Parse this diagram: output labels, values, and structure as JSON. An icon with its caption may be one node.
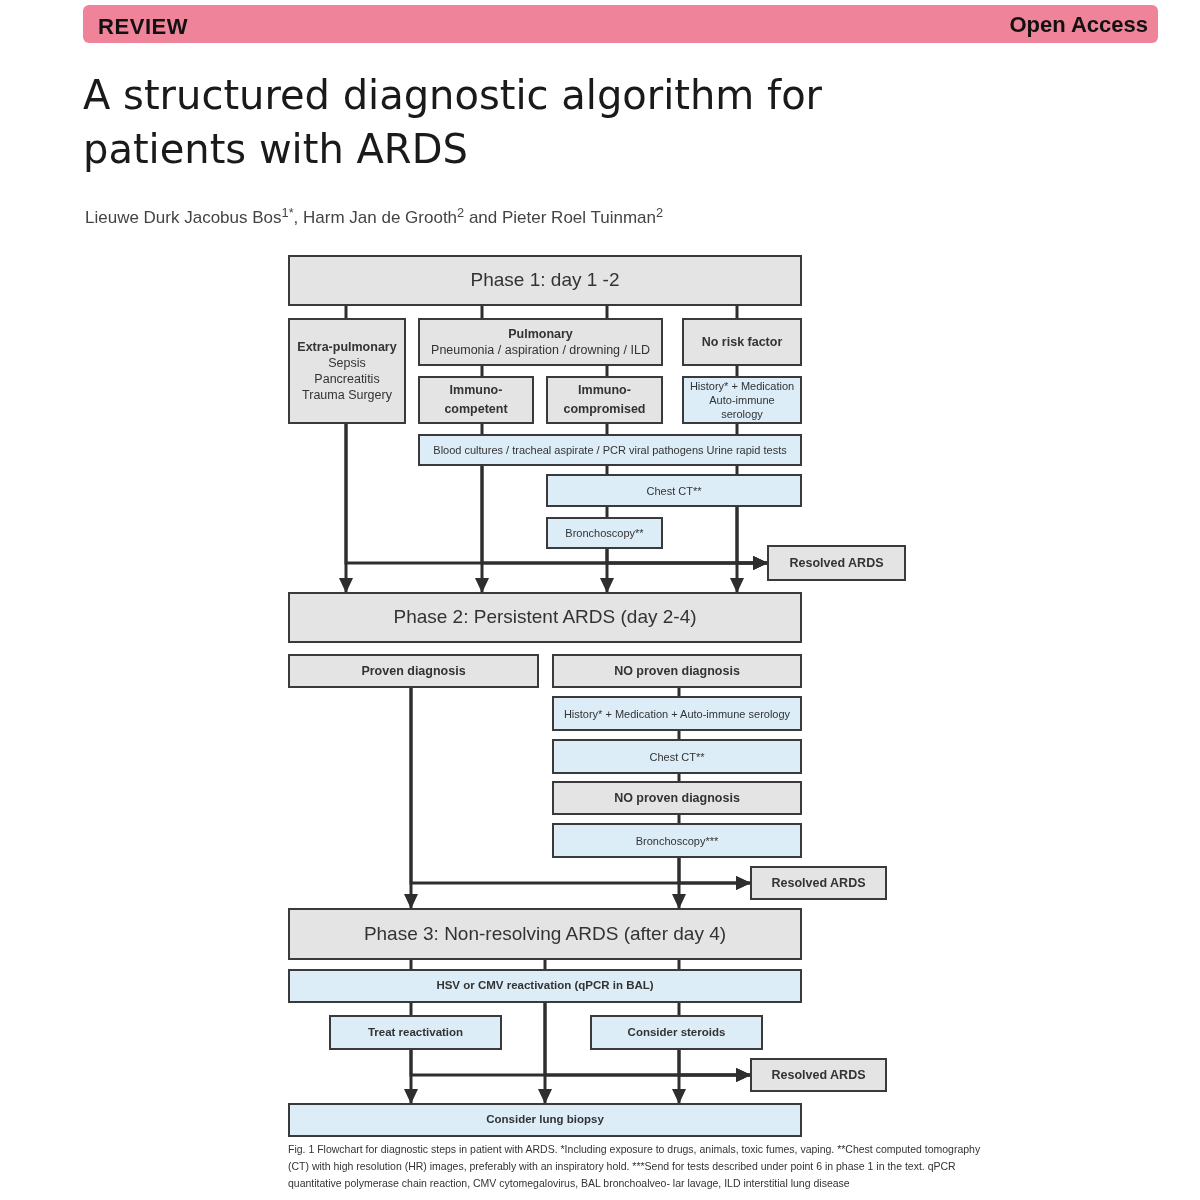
{
  "diagram": {
    "title": "A structured diagnostic algorithm for patients with ARDS",
    "caption": "Fig. 1 Flowchart for diagnostic steps in patient with ARDS. *Including exposure to drugs, animals, toxic fumes, vaping. **Chest computed tomography (CT) with high resolution (HR) images, preferably with an inspiratory hold. ***Send for tests described under point 6 in phase 1 in the text. qPCR quantitative polymerase chain reaction, CMV cytomegalovirus, BAL bronchoalveo- lar lavage, ILD interstitial lung disease",
    "nodes": [
      {
        "text": [
          "Phase 1: day 1 -2"
        ]
      },
      {
        "text": [
          "Extra-pulmonary",
          "Sepsis Pancreatitis Trauma Surgery"
        ]
      },
      {
        "text": [
          "Pulmonary",
          "Pneumonia / aspiration / drowning / ILD"
        ]
      },
      {
        "text": [
          "No risk factor"
        ]
      },
      {
        "text": [
          "Immuno- competent"
        ]
      },
      {
        "text": [
          "Immuno- compromised"
        ]
      },
      {
        "text": [
          "History* + Medication Auto-immune serology"
        ]
      },
      {
        "text": [
          "Blood cultures /  tracheal aspirate / PCR viral pathogens Urine rapid tests"
        ]
      },
      {
        "text": [
          "Chest CT**"
        ]
      },
      {
        "text": [
          "Bronchoscopy**"
        ]
      },
      {
        "text": [
          "Resolved ARDS"
        ]
      },
      {
        "text": [
          "Phase 2: Persistent ARDS (day 2-4)"
        ]
      },
      {
        "text": [
          "Proven diagnosis"
        ]
      },
      {
        "text": [
          "NO proven diagnosis"
        ]
      },
      {
        "text": [
          "History* + Medication + Auto-immune serology"
        ]
      },
      {
        "text": [
          "Chest CT**"
        ]
      },
      {
        "text": [
          "NO proven diagnosis"
        ]
      },
      {
        "text": [
          "Bronchoscopy***"
        ]
      },
      {
        "text": [
          "Resolved ARDS"
        ]
      },
      {
        "text": [
          "Phase 3: Non-resolving ARDS (after day 4)"
        ]
      },
      {
        "text": [
          "HSV or CMV reactivation (qPCR in BAL)"
        ]
      },
      {
        "text": [
          "Treat reactivation"
        ]
      },
      {
        "text": [
          "Consider steroids"
        ]
      },
      {
        "text": [
          "Resolved ARDS"
        ]
      },
      {
        "text": [
          "Consider lung biopsy"
        ]
      }
    ],
    "edges": [
      {
        "from": 0,
        "to": 1,
        "arrow": "none"
      },
      {
        "from": 0,
        "to": 2,
        "arrow": "none"
      },
      {
        "from": 0,
        "to": 2,
        "arrow": "none"
      },
      {
        "from": 0,
        "to": 3,
        "arrow": "none"
      },
      {
        "from": 2,
        "to": 4,
        "arrow": "none"
      },
      {
        "from": 2,
        "to": 5,
        "arrow": "none"
      },
      {
        "from": 3,
        "to": 6,
        "arrow": "none"
      },
      {
        "from": 4,
        "to": 7,
        "arrow": "none"
      },
      {
        "from": 5,
        "to": 7,
        "arrow": "none"
      },
      {
        "from": 6,
        "to": 7,
        "arrow": "none"
      },
      {
        "from": 7,
        "to": 8,
        "arrow": "none"
      },
      {
        "from": 7,
        "to": 8,
        "arrow": "none"
      },
      {
        "from": 8,
        "to": 9,
        "arrow": "none"
      },
      {
        "from": 1,
        "to": 11,
        "arrow": "to"
      },
      {
        "from": 7,
        "to": 11,
        "arrow": "to"
      },
      {
        "from": 9,
        "to": 11,
        "arrow": "to"
      },
      {
        "from": 8,
        "to": 11,
        "arrow": "to"
      },
      {
        "from": 1,
        "to": 10,
        "arrow": "to"
      },
      {
        "from": 7,
        "to": 10,
        "arrow": "to"
      },
      {
        "from": 9,
        "to": 10,
        "arrow": "to"
      },
      {
        "from": 8,
        "to": 10,
        "arrow": "to"
      },
      {
        "from": 13,
        "to": 14,
        "arrow": "none"
      },
      {
        "from": 14,
        "to": 15,
        "arrow": "none"
      },
      {
        "from": 15,
        "to": 16,
        "arrow": "none"
      },
      {
        "from": 16,
        "to": 17,
        "arrow": "none"
      },
      {
        "from": 12,
        "to": 19,
        "arrow": "to"
      },
      {
        "from": 17,
        "to": 19,
        "arrow": "to"
      },
      {
        "from": 12,
        "to": 18,
        "arrow": "to"
      },
      {
        "from": 17,
        "to": 18,
        "arrow": "to"
      },
      {
        "from": 19,
        "to": 20,
        "arrow": "none"
      },
      {
        "from": 19,
        "to": 20,
        "arrow": "none"
      },
      {
        "from": 19,
        "to": 20,
        "arrow": "none"
      },
      {
        "from": 20,
        "to": 21,
        "arrow": "none"
      },
      {
        "from": 20,
        "to": 22,
        "arrow": "none"
      },
      {
        "from": 21,
        "to": 24,
        "arrow": "to"
      },
      {
        "from": 20,
        "to": 24,
        "arrow": "to"
      },
      {
        "from": 22,
        "to": 24,
        "arrow": "to"
      },
      {
        "from": 21,
        "to": 23,
        "arrow": "to"
      },
      {
        "from": 20,
        "to": 23,
        "arrow": "to"
      },
      {
        "from": 22,
        "to": 23,
        "arrow": "to"
      }
    ],
    "labels": [
      "REVIEW",
      "Open Access",
      "Lieuwe Durk Jacobus Bos$^{1*}$, Harm Jan de Grooth$^{2}$ and Pieter Roel Tuinman$^{2}$"
    ]
  }
}
